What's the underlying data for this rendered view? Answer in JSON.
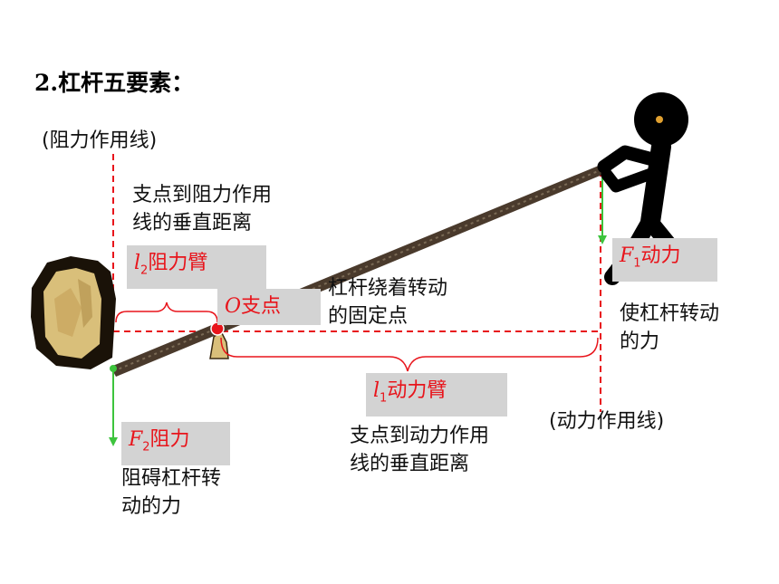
{
  "title": "2.杠杆五要素：",
  "resistance_line_label": "(阻力作用线)",
  "effort_line_label": "(动力作用线)",
  "resistance_arm_def": [
    "支点到阻力作用",
    "线的垂直距离"
  ],
  "effort_arm_def": [
    "支点到动力作用",
    "线的垂直距离"
  ],
  "fulcrum_def": [
    "杠杆绕着转动",
    "的固定点"
  ],
  "effort_def": [
    "使杠杆转动",
    "的力"
  ],
  "resistance_def": [
    "阻碍杠杆转",
    "动的力"
  ],
  "labels": {
    "l2": {
      "symbol": "l",
      "sub": "2",
      "text": "阻力臂"
    },
    "fulcrum": {
      "symbol": "O",
      "text": "支点"
    },
    "l1": {
      "symbol": "l",
      "sub": "1",
      "text": "动力臂"
    },
    "f1": {
      "symbol": "F",
      "sub": "1",
      "text": "动力"
    },
    "f2": {
      "symbol": "F",
      "sub": "2",
      "text": "阻力"
    }
  },
  "colors": {
    "red": "#e8141b",
    "green": "#3dc43d",
    "label_bg": "#d3d3d3",
    "lever": "#4a3a2c",
    "rock": "#d9bf7a"
  }
}
